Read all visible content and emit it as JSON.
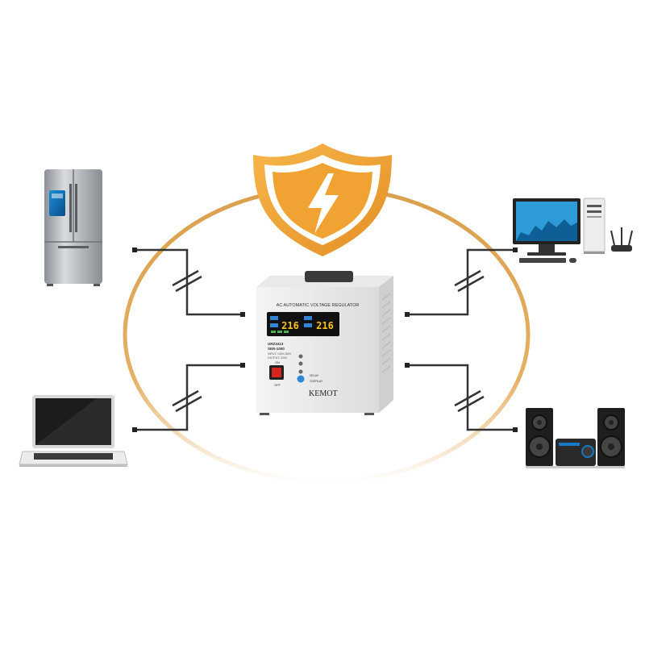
{
  "colors": {
    "ring": "#e0a550",
    "shield_dark": "#d4862a",
    "shield_light": "#f5b043",
    "wire": "#333333",
    "display_blue": "#2f87d8",
    "display_amber": "#ffc21a",
    "power_switch": "#d9261c"
  },
  "icons": [
    "fridge",
    "laptop",
    "desktop-computer",
    "router",
    "stereo-speakers",
    "lightning-shield"
  ],
  "regulator": {
    "header": "AC AUTOMATIC VOLTAGE REGULATOR",
    "input_reading": "216",
    "output_reading": "216",
    "model_line1": "URZ3413",
    "model_line2": "SER-1000",
    "spec_line1": "INPUT: 140V-260V",
    "spec_line2": "OUTPUT: 220V",
    "switch_on": "ON",
    "switch_off": "OFF",
    "indicator_delay": "DELAY",
    "indicator_overlay": "OVERLAY",
    "brand": "KEMOT"
  }
}
